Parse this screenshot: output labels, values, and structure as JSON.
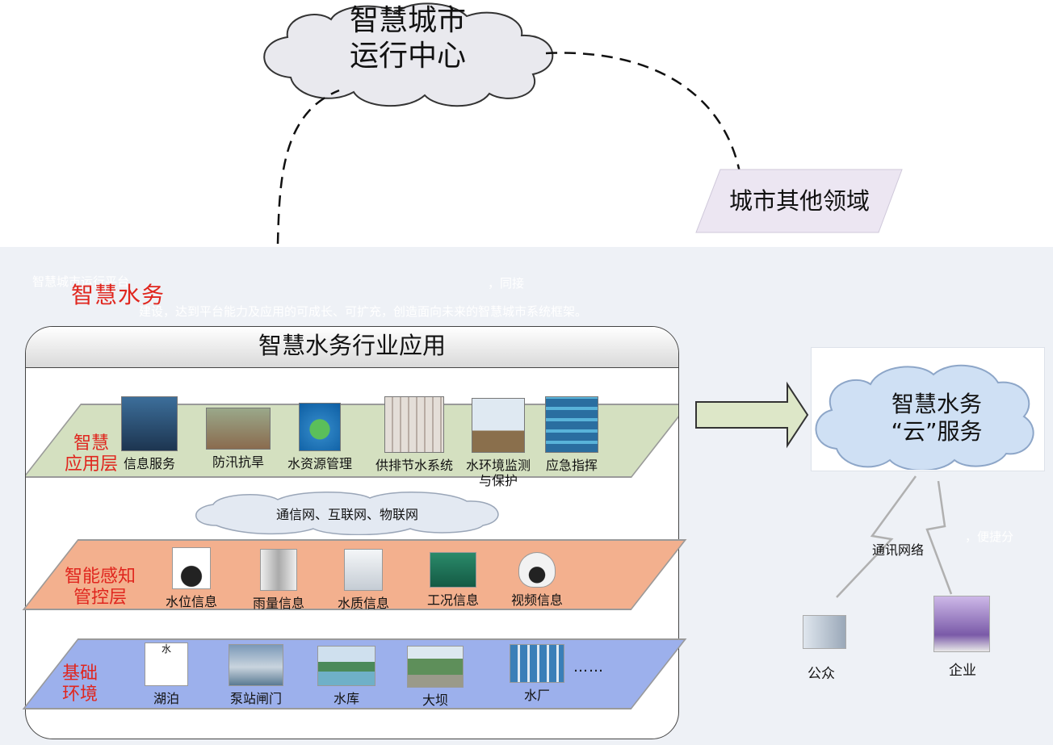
{
  "top": {
    "center": "智慧城市\n运行中心",
    "center_lines": [
      "智慧城市",
      "运行中心"
    ],
    "other_domain": "城市其他领域"
  },
  "panel": {
    "title": "智慧水务",
    "watermarks": [
      "智慧城市运行平台",
      "，同接",
      "建设，达到平台能力及应用的可成长、可扩充，创造面向未来的智慧城市系统框架。",
      "，便捷分"
    ]
  },
  "app_box": {
    "header": "智慧水务行业应用",
    "layers": [
      {
        "label_lines": [
          "智慧",
          "应用层"
        ],
        "items": [
          "信息服务",
          "防汛抗旱",
          "水资源管理",
          "供排节水系统",
          "水环境监测\n与保护",
          "应急指挥"
        ]
      },
      {
        "label_lines": [
          "智能感知",
          "管控层"
        ],
        "items": [
          "水位信息",
          "雨量信息",
          "水质信息",
          "工况信息",
          "视频信息"
        ]
      },
      {
        "label_lines": [
          "基础",
          "环境"
        ],
        "items": [
          "湖泊",
          "泵站闸门",
          "水库",
          "大坝",
          "水厂"
        ],
        "ellipsis": "……"
      }
    ],
    "network_cloud": "通信网、互联网、物联网",
    "thumb_text": "水"
  },
  "cloud_service": {
    "lines": [
      "智慧水务",
      "“云”服务"
    ],
    "network": "通讯网络",
    "users": [
      "公众",
      "企业"
    ]
  },
  "colors": {
    "title_red": "#e0261e",
    "layer1": "#d4e0c0",
    "layer2": "#f3b08e",
    "layer3": "#9cb0ec",
    "panel_bg": "#eef1f6"
  }
}
